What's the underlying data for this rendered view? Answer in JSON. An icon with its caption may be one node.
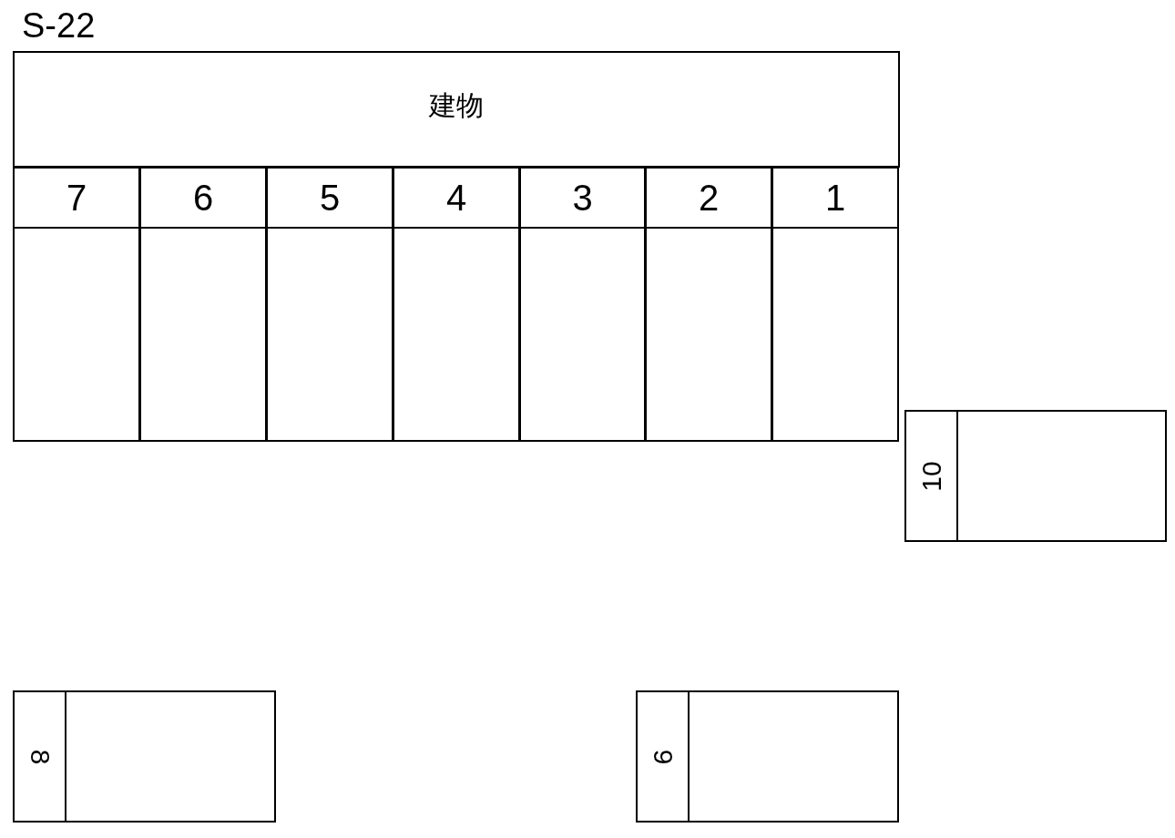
{
  "diagram": {
    "title": "S-22",
    "nodes": [
      {
        "text": [
          "建物"
        ]
      },
      {
        "text": [
          "7"
        ]
      },
      {
        "text": [
          "6"
        ]
      },
      {
        "text": [
          "5"
        ]
      },
      {
        "text": [
          "4"
        ]
      },
      {
        "text": [
          "3"
        ]
      },
      {
        "text": [
          "2"
        ]
      },
      {
        "text": [
          "1"
        ]
      },
      {
        "text": [
          "10"
        ]
      },
      {
        "text": [
          "8"
        ]
      },
      {
        "text": [
          "9"
        ]
      }
    ]
  }
}
